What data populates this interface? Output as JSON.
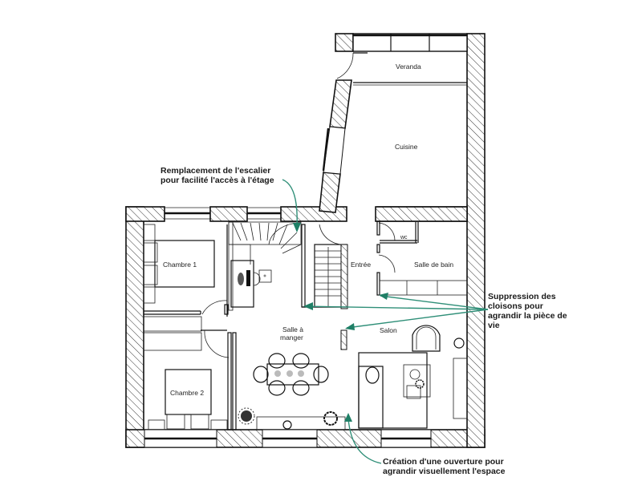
{
  "plan": {
    "rooms": {
      "veranda": "Veranda",
      "cuisine": "Cuisine",
      "wc": "wc",
      "salle_de_bain": "Salle de bain",
      "entree": "Entrée",
      "chambre1": "Chambre 1",
      "chambre2": "Chambre 2",
      "salle_a_manger_line1": "Salle à",
      "salle_a_manger_line2": "manger",
      "salon": "Salon"
    },
    "annotations": {
      "escalier": [
        "Remplacement de l'escalier",
        "pour facilité l'accès à l'étage"
      ],
      "cloisons": [
        "Suppression des",
        "cloisons pour",
        "agrandir la pièce de",
        "vie"
      ],
      "ouverture": [
        "Création d'une ouverture pour",
        "agrandir visuellement l'espace"
      ]
    },
    "colors": {
      "arrow": "#2f8f78",
      "wall_stroke": "#111111",
      "background": "#ffffff"
    }
  }
}
